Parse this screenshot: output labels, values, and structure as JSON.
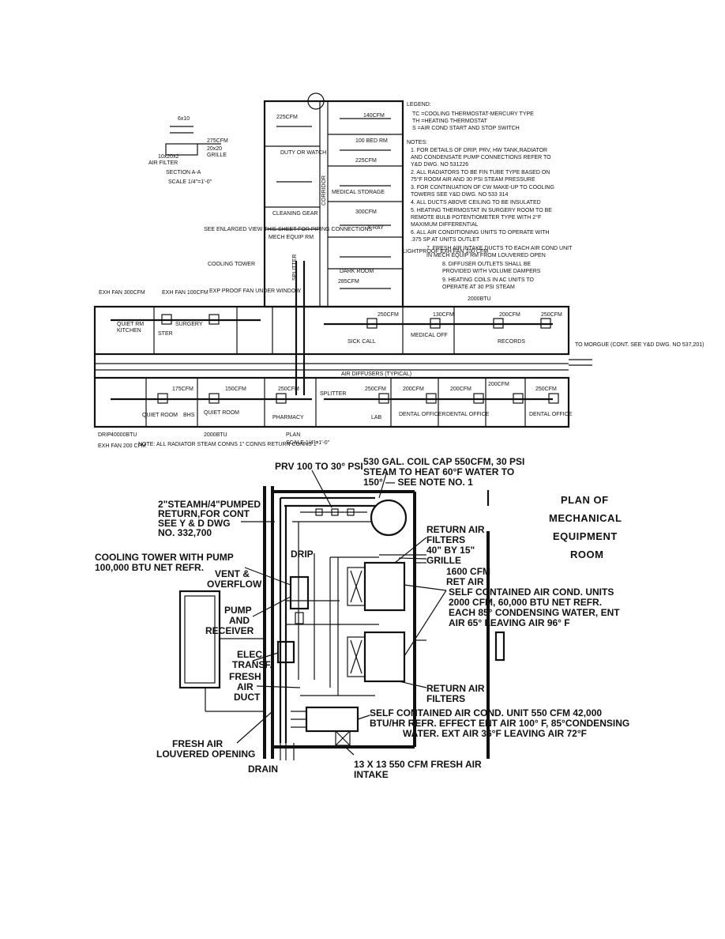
{
  "legend": {
    "title": "LEGEND:",
    "items": [
      "TC =COOLING THERMOSTAT-MERCURY TYPE",
      "TH =HEATING THERMOSTAT",
      "S  =AIR COND START AND STOP SWITCH"
    ]
  },
  "notes": {
    "title": "NOTES:",
    "items": [
      "1. FOR DETAILS OF DRIP, PRV, HW TANK,RADIATOR",
      "   AND CONDENSATE PUMP CONNECTIONS REFER TO",
      "   Y&D DWG. NO 531226",
      "2. ALL RADIATORS TO BE FIN TUBE TYPE BASED ON",
      "   75°F ROOM AIR AND 30 PSI STEAM PRESSURE",
      "3. FOR CONTINUATION OF CW MAKE-UP TO COOLING",
      "   TOWERS SEE Y&D DWG. NO 533 314",
      "4. ALL DUCTS ABOVE CEILING TO BE INSULATED",
      "5. HEATING THERMOSTAT IN SURGERY ROOM TO BE",
      "   REMOTE BULB POTENTIOMETER TYPE WITH 2°F",
      "   MAXIMUM DIFFERENTIAL",
      "6. ALL AIR CONDITIONING UNITS TO OPERATE WITH",
      "   .375 SP AT UNITS OUTLET",
      "7. FRESH AIR INTAKE DUCTS TO EACH AIR COND UNIT",
      "   IN MECH EQUIP RM FROM LOUVERED OPEN",
      "8. DIFFUSER OUTLETS SHALL BE",
      "   PROVIDED WITH VOLUME DAMPERS",
      "9. HEATING COILS IN AC UNITS TO",
      "   OPERATE AT 30 PSI STEAM"
    ]
  },
  "section_a": {
    "labels": [
      "6x10",
      "275CFM",
      "10x20x2",
      "20x20",
      "AIR FILTER",
      "GRILLE",
      "SECTION A-A",
      "SCALE 1/4\"=1'-0\""
    ]
  },
  "plan_rooms": [
    "225CFM",
    "140CFM",
    "DUTY OR WATCH",
    "100 BED RM",
    "225CFM",
    "MEDICAL STORAGE",
    "CLEANING GEAR",
    "X-RAY",
    "300CFM",
    "MECH EQUIP RM",
    "DARK ROOM",
    "285CFM",
    "SURGERY",
    "QUIET RM",
    "KITCHEN",
    "STER",
    "SICK CALL",
    "MEDICAL OFF",
    "RECORDS",
    "QUIET ROOM",
    "BHS",
    "QUIET ROOM",
    "PHARMACY",
    "LAB",
    "DENTAL OFFICER",
    "DENTAL OFFICE",
    "DENTAL OFFICE",
    "250CFM",
    "200CFM",
    "130CFM",
    "200CFM",
    "250CFM",
    "175CFM",
    "150CFM",
    "250CFM",
    "250CFM",
    "200CFM",
    "200CFM",
    "250CFM"
  ],
  "plan_labels": {
    "enlarged": "SEE ENLARGED VIEW THIS SHEET FOR PIPING CONNECTIONS",
    "cooling_tower": "COOLING TOWER",
    "exh_fan_1": "EXH FAN 300CFM",
    "exh_fan_2": "EXH FAN 100CFM",
    "exp_proof": "EXP PROOF FAN UNDER WINDOW",
    "lightproof": "LIGHTPROOF EXH FAN 100 CFM",
    "splitter_1": "SPLITTER",
    "splitter_2": "SPLITTER",
    "corridor": "CORRIDOR",
    "diffusers": "AIR DIFFUSERS (TYPICAL)",
    "morgue": "TO MORGUE (CONT. SEE Y&D DWG. NO 537,201)",
    "btu_1": "2000BTU",
    "btu_2": "2000BTU",
    "btu_3": "40000BTU",
    "exh_fan_3": "EXH FAN 200 CFM",
    "drip": "DRIP",
    "note": "NOTE: ALL RADIATOR STEAM CONNS 1\" CONNS RETURN CONNS 1\"",
    "plan": "PLAN",
    "scale": "SCALE 1/4\"=1'-0\""
  },
  "mech": {
    "title_lines": [
      "PLAN OF",
      "MECHANICAL",
      "EQUIPMENT",
      "ROOM"
    ],
    "prv": "PRV 100 TO 30° PSI",
    "coil_lines": [
      "530 GAL. COIL CAP 550CFM, 30 PSI",
      "STEAM TO HEAT 60°F WATER TO",
      "150° — SEE NOTE NO. 1"
    ],
    "steam_lines": [
      "2\"STEAMH/4\"PUMPED",
      "RETURN,FOR CONT",
      "SEE Y & D DWG",
      "NO. 332,700"
    ],
    "drip": "DRIP",
    "tower_lines": [
      "COOLING TOWER WITH PUMP",
      "100,000 BTU NET REFR."
    ],
    "vent_lines": [
      "VENT &",
      "OVERFLOW"
    ],
    "pump_lines": [
      "PUMP",
      "AND",
      "RECEIVER"
    ],
    "elec_lines": [
      "ELEC.",
      "TRANSF."
    ],
    "fresh_duct_lines": [
      "FRESH",
      "AIR",
      "DUCT"
    ],
    "return_filters_1": [
      "RETURN AIR",
      "FILTERS"
    ],
    "grille_lines": [
      "40\" BY 15\"",
      "GRILLE"
    ],
    "ret_air_lines": [
      "1600 CFM",
      "RET AIR"
    ],
    "self_units_lines": [
      "SELF CONTAINED AIR COND. UNITS",
      "2000 CFM, 60,000 BTU NET REFR.",
      "EACH 85° CONDENSING WATER, ENT",
      "AIR 65° LEAVING AIR 96° F"
    ],
    "return_filters_2": [
      "RETURN AIR",
      "FILTERS"
    ],
    "self_unit_lines": [
      "SELF CONTAINED AIR COND. UNIT 550 CFM 42,000",
      "BTU/HR REFR. EFFECT ENT AIR 100° F, 85°CONDENSING",
      "WATER. EXT AIR 36°F LEAVING AIR 72°F"
    ],
    "louver_lines": [
      "FRESH AIR",
      "LOUVERED OPENING"
    ],
    "drain": "DRAIN",
    "intake_lines": [
      "13 X 13 550 CFM FRESH AIR",
      "INTAKE"
    ]
  }
}
